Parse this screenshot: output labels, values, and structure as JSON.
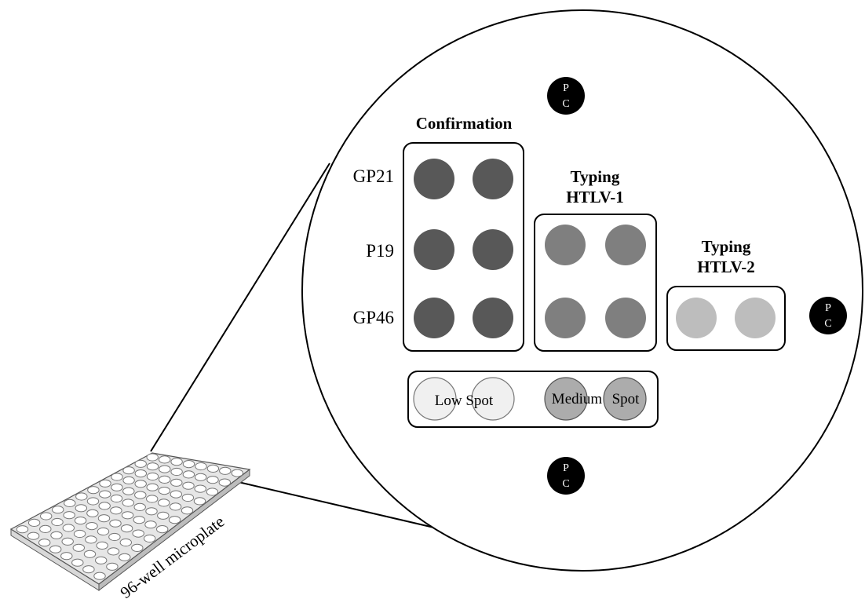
{
  "zoom_view": {
    "groups": {
      "confirmation": {
        "title": "Confirmation",
        "rows": [
          {
            "label": "GP21"
          },
          {
            "label": "P19"
          },
          {
            "label": "GP46"
          }
        ],
        "spot_color": "#585858"
      },
      "typing_htlv1": {
        "title_line1": "Typing",
        "title_line2": "HTLV-1",
        "spot_color": "#7f7f7f"
      },
      "typing_htlv2": {
        "title_line1": "Typing",
        "title_line2": "HTLV-2",
        "spot_color": "#bdbdbd"
      },
      "controls": {
        "low_label": "Low Spot",
        "medium_label_a": "Medium",
        "medium_label_b": "Spot",
        "low_color": "#f0f0f0",
        "medium_color": "#acacac"
      }
    },
    "positive_control": {
      "label_line1": "P",
      "label_line2": "C",
      "color": "#000000"
    }
  },
  "microplate": {
    "label": "96-well microplate",
    "rows": 8,
    "columns": 12
  }
}
